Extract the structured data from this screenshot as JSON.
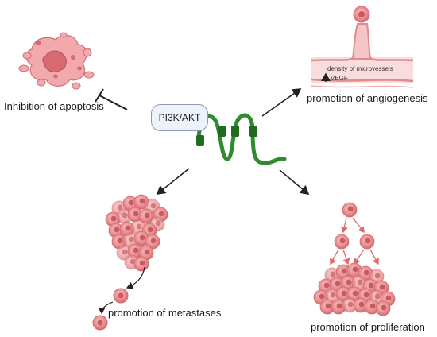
{
  "center": {
    "label": "PI3K/AKT"
  },
  "apoptosis": {
    "label": "Inhibition of apoptosis"
  },
  "angiogenesis": {
    "label": "promotion of angiogenesis",
    "density_note": "density of microvessels",
    "vegf_note": "VEGF"
  },
  "metastases": {
    "label": "promotion of metastases"
  },
  "proliferation": {
    "label": "promotion of proliferation"
  },
  "colors": {
    "cell_fill": "#e8878a",
    "cell_light": "#f4b8b8",
    "cell_dark": "#c85a62",
    "receptor": "#2e8b2e",
    "box_border": "#8899bb",
    "arrow": "#222222",
    "prolif_arrow": "#e06a6a"
  }
}
